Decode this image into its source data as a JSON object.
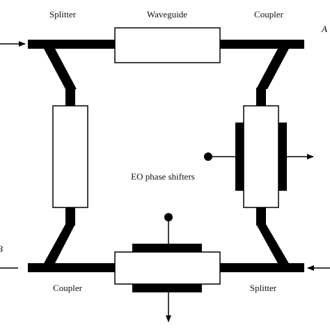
{
  "labels": {
    "top_left": "Splitter",
    "top_center": "Waveguide",
    "top_right": "Coupler",
    "bottom_left": "Coupler",
    "bottom_right": "Splitter",
    "center": "EO phase shifters",
    "left_port_partial": "B",
    "right_port_partial": "A"
  },
  "colors": {
    "stroke": "#000000",
    "waveguide": "#000000",
    "component_fill": "#ffffff"
  }
}
